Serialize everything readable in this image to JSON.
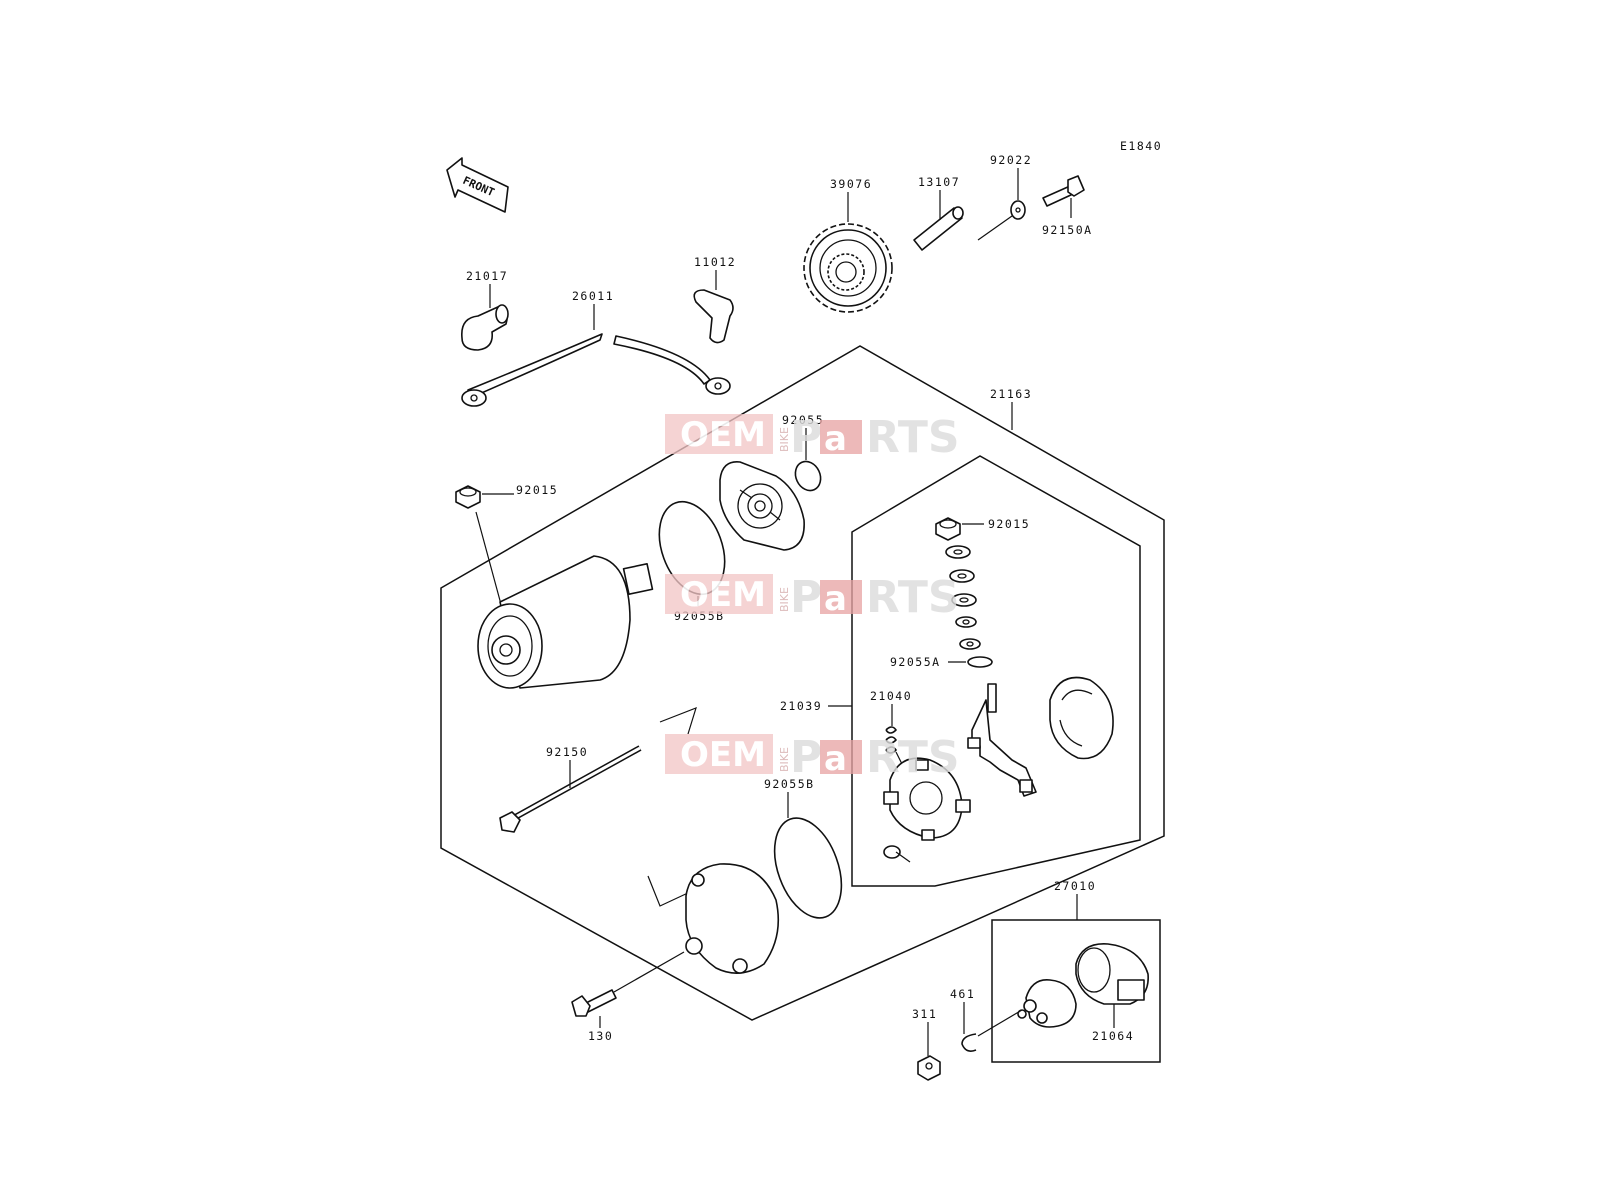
{
  "diagram": {
    "code": "E1840",
    "front_label": "FRONT",
    "callouts": {
      "c39076": "39076",
      "c13107": "13107",
      "c92022": "92022",
      "c92150A": "92150A",
      "c21017": "21017",
      "c26011": "26011",
      "c11012": "11012",
      "c21163": "21163",
      "c92055_top": "92055",
      "c92015_left": "92015",
      "c92055B_upper": "92055B",
      "c92015_right": "92015",
      "c92055A": "92055A",
      "c21039": "21039",
      "c21040": "21040",
      "c92150": "92150",
      "c92055B_lower": "92055B",
      "c27010": "27010",
      "c461": "461",
      "c311": "311",
      "c21064": "21064",
      "c130": "130"
    }
  },
  "watermark": {
    "oem": "OEM",
    "bike": "BIKE",
    "parts_p": "P",
    "parts_a": "a",
    "parts_rest": "RTS"
  },
  "colors": {
    "line": "#111111",
    "watermark_red": "#f2c6c6",
    "watermark_grey": "#dcdcdc"
  }
}
